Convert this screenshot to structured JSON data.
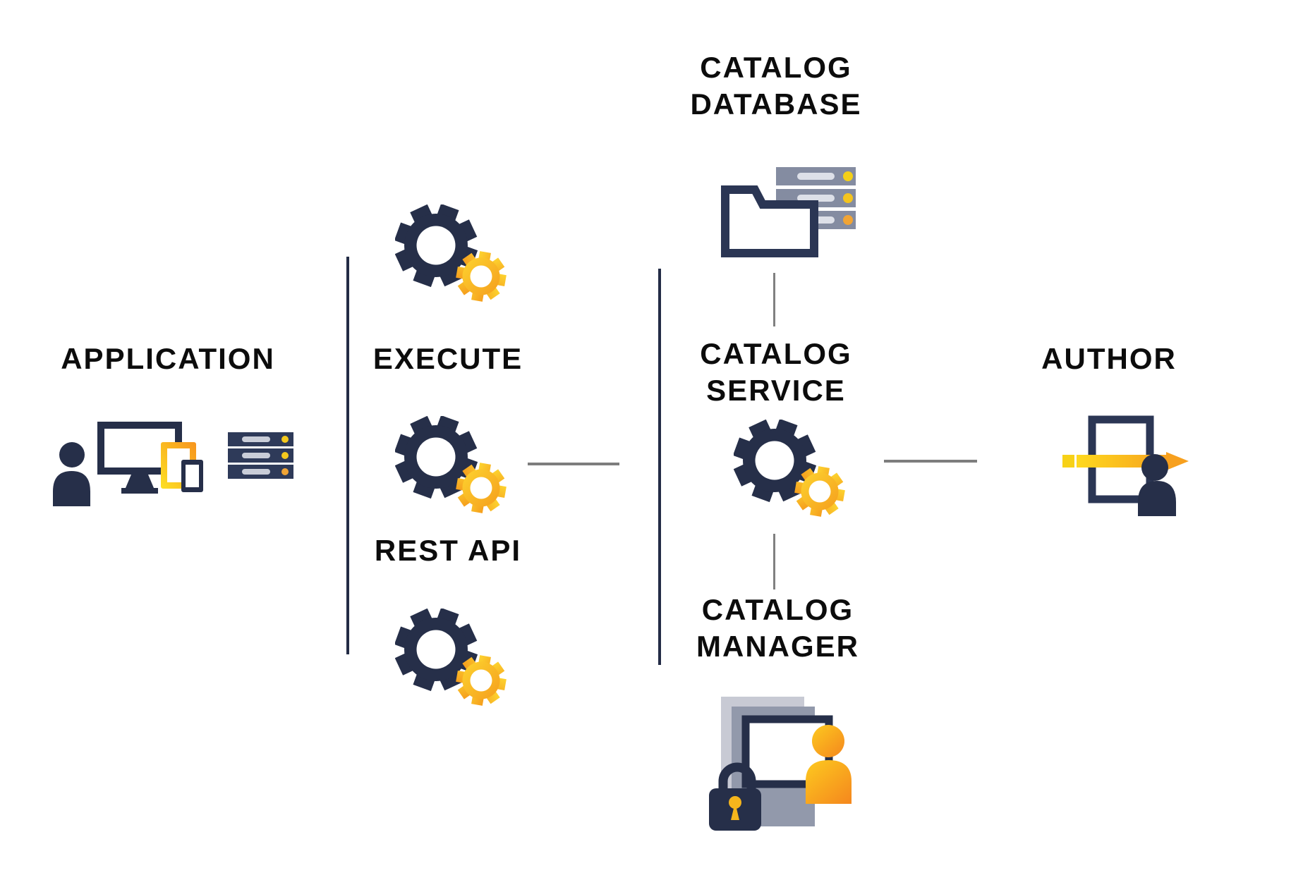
{
  "title": "Catalog service architecture diagram",
  "colors": {
    "background": "#ffffff",
    "navy": "#262f49",
    "navy_line": "#232c46",
    "gray_connector": "#7d7d7d",
    "gear_yellow": "#fdd32f",
    "gear_orange": "#f59e1d",
    "server_gray": "#848ca1",
    "layer_light_gray": "#c8cad4",
    "layer_medium_gray": "#9299ab",
    "dot_yellow": "#f4c91e",
    "dot_orange": "#f0a435",
    "text": "#0c0c0c"
  },
  "nodes": {
    "application": {
      "label": "APPLICATION",
      "icon": "user-devices-server-icon"
    },
    "execute": {
      "label": "EXECUTE",
      "icon": "gears-icon"
    },
    "rest_api": {
      "label": "REST API",
      "icon": "gears-icon"
    },
    "catalog_database": {
      "label": [
        "CATALOG",
        "DATABASE"
      ],
      "icon": "folder-server-icon"
    },
    "catalog_service": {
      "label": [
        "CATALOG",
        "SERVICE"
      ],
      "icon": "gears-icon"
    },
    "catalog_manager": {
      "label": [
        "CATALOG",
        "MANAGER"
      ],
      "icon": "screens-lock-user-icon"
    },
    "author": {
      "label": "AUTHOR",
      "icon": "document-pencil-user-icon"
    }
  }
}
